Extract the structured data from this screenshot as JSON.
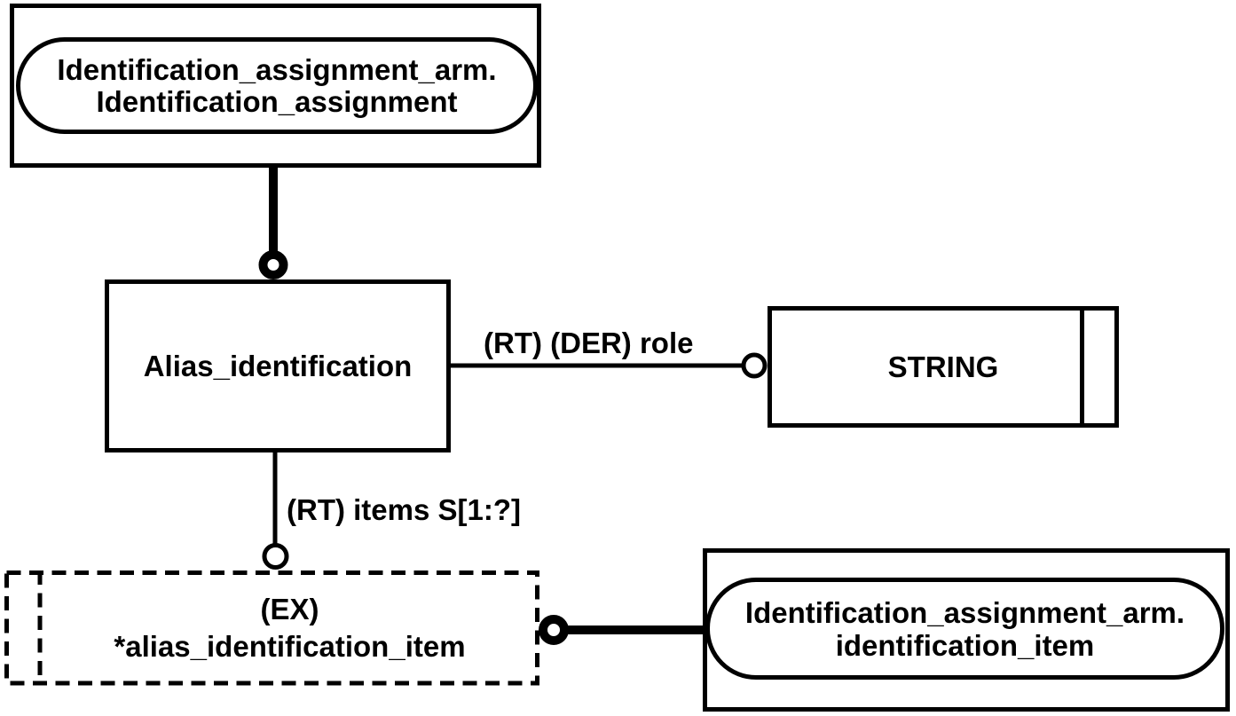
{
  "diagram": {
    "kind": "EXPRESS-G schema diagram",
    "colors": {
      "stroke": "#000000",
      "background": "#ffffff"
    },
    "nodes": {
      "identification_assignment_ref": {
        "line1": "Identification_assignment_arm.",
        "line2": "Identification_assignment"
      },
      "alias_identification": {
        "label": "Alias_identification"
      },
      "string_type": {
        "label": "STRING"
      },
      "alias_identification_item_select": {
        "line1": "(EX)",
        "line2": "*alias_identification_item"
      },
      "identification_item_ref": {
        "line1": "Identification_assignment_arm.",
        "line2": "identification_item"
      }
    },
    "edges": {
      "role": {
        "label": "(RT) (DER) role"
      },
      "items": {
        "label": "(RT) items S[1:?]"
      }
    }
  }
}
